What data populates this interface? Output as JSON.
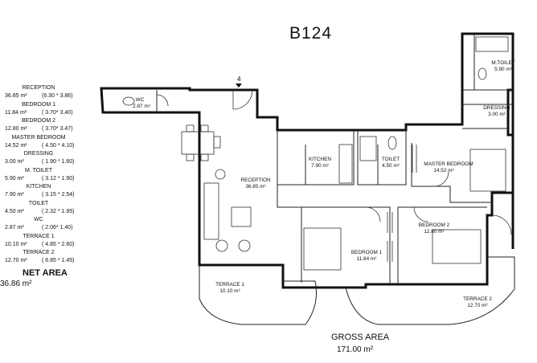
{
  "title": "B124",
  "marker": "4",
  "legend": [
    {
      "name": "RECEPTION",
      "area": "36.85 m²",
      "dims": "(6.30 * 3.86)"
    },
    {
      "name": "BEDROOM 1",
      "area": "11.84 m²",
      "dims": "( 3.70* 3.40)"
    },
    {
      "name": "BEDROOM 2",
      "area": "12.80 m²",
      "dims": "( 3.70* 3.47)"
    },
    {
      "name": "MASTER BEDROOM",
      "area": "14.52 m²",
      "dims": "( 4.50 * 4.10)"
    },
    {
      "name": "DRESSING",
      "area": "3.00 m²",
      "dims": "( 1.90 * 1.60)"
    },
    {
      "name": "M. TOILET",
      "area": "5.90 m²",
      "dims": "( 3.12 * 1.90)"
    },
    {
      "name": "KITCHEN",
      "area": "7.90 m²",
      "dims": "( 3.15 * 2.54)"
    },
    {
      "name": "TOILET",
      "area": "4.50 m²",
      "dims": "( 2.32 * 1.95)"
    },
    {
      "name": "WC",
      "area": "2.87 m²",
      "dims": "( 2.06* 1.40)"
    },
    {
      "name": "TERRACE 1",
      "area": "10.10 m²",
      "dims": "( 4.85 * 2.60)"
    },
    {
      "name": "TERRACE 2",
      "area": "12.70 m²",
      "dims": "( 6.85 * 1.45)"
    }
  ],
  "net_area": {
    "label": "NET AREA",
    "value": "36.86 m²"
  },
  "gross_area": {
    "label": "GROSS AREA",
    "value": "171.00 m²"
  },
  "rooms": {
    "mtoilet": {
      "name": "M.TOILET",
      "area": "5.90 m²"
    },
    "wc": {
      "name": "WC",
      "area": "2.87 m²"
    },
    "dressing": {
      "name": "DRESSING",
      "area": "3.00 m²"
    },
    "kitchen": {
      "name": "KITCHEN",
      "area": "7.90 m²"
    },
    "toilet": {
      "name": "TOILET",
      "area": "4.50 m²"
    },
    "master": {
      "name": "MASTER BEDROOM",
      "area": "14.52 m²"
    },
    "reception": {
      "name": "RECEPTION",
      "area": "36.85 m²"
    },
    "bedroom2": {
      "name": "BEDROOM 2",
      "area": "12.80 m²"
    },
    "bedroom1": {
      "name": "BEDROOM 1",
      "area": "11.84 m²"
    },
    "terrace1": {
      "name": "TERRACE 1",
      "area": "10.10 m²"
    },
    "terrace2": {
      "name": "TERRACE 2",
      "area": "12.70 m²"
    }
  }
}
